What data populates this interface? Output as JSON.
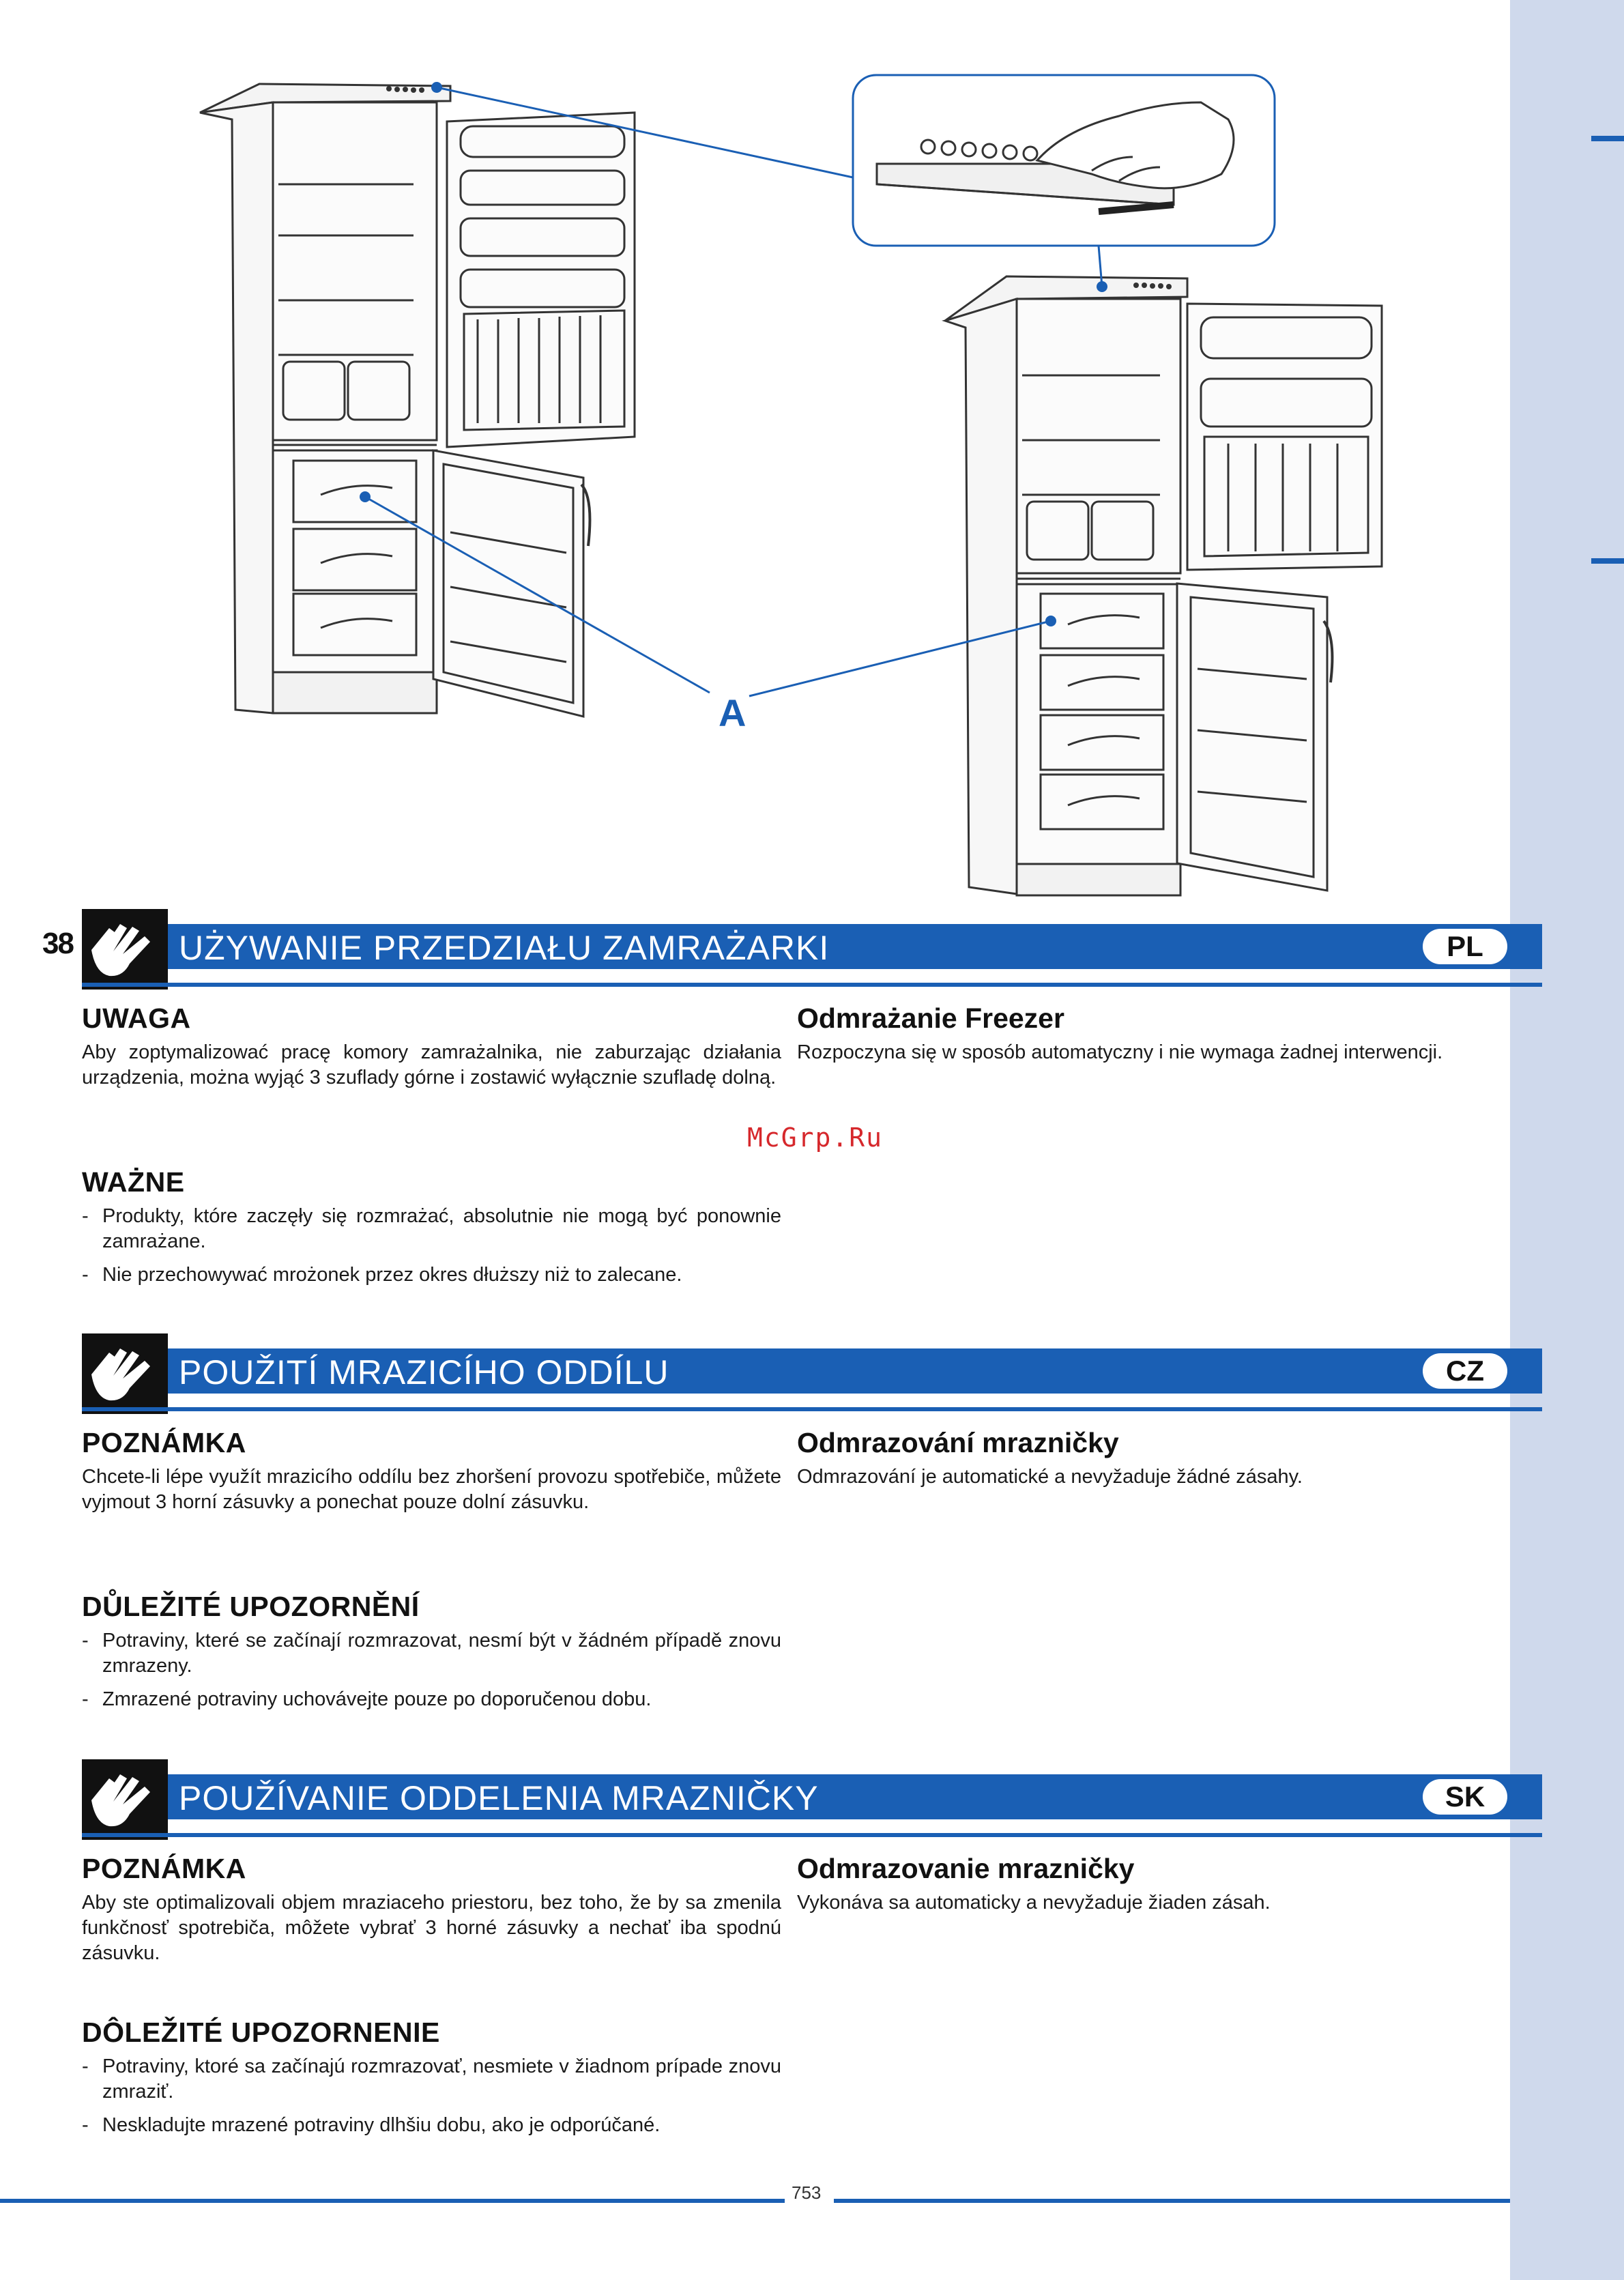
{
  "page_number": "38",
  "footer_number": "753",
  "watermark": "McGrp.Ru",
  "figure": {
    "label_a": "A"
  },
  "sections": [
    {
      "title": "UŻYWANIE PRZEDZIAŁU ZAMRAŻARKI",
      "lang": "PL",
      "note_title": "UWAGA",
      "note_text": "Aby zoptymalizować pracę komory zamrażalnika, nie zaburzając działania urządzenia, można wyjąć 3 szuflady górne i zostawić wyłącznie szufladę dolną.",
      "defrost_title": "Odmrażanie Freezer",
      "defrost_text": "Rozpoczyna się w sposób automatyczny i nie wymaga żadnej interwencji.",
      "important_title": "WAŻNE",
      "items": [
        "Produkty, które zaczęły się rozmrażać, absolutnie nie mogą być ponownie zamrażane.",
        "Nie przechowywać mrożonek przez okres dłuższy niż to zalecane."
      ]
    },
    {
      "title": "POUŽITÍ MRAZICÍHO ODDÍLU",
      "lang": "CZ",
      "note_title": "POZNÁMKA",
      "note_text": "Chcete-li lépe využít mrazicího oddílu bez zhoršení provozu spotřebiče, můžete vyjmout 3 horní zásuvky a ponechat pouze dolní zásuvku.",
      "defrost_title": "Odmrazování mrazničky",
      "defrost_text": "Odmrazování je automatické a nevyžaduje žádné zásahy.",
      "important_title": "DŮLEŽITÉ UPOZORNĚNÍ",
      "items": [
        "Potraviny, které se začínají rozmrazovat, nesmí být v žádném případě znovu zmrazeny.",
        "Zmrazené potraviny uchovávejte pouze po doporučenou dobu."
      ]
    },
    {
      "title": "POUŽÍVANIE ODDELENIA MRAZNIČKY",
      "lang": "SK",
      "note_title": "POZNÁMKA",
      "note_text": "Aby ste optimalizovali objem mraziaceho priestoru, bez toho, že by sa zmenila funkčnosť spotrebiča, môžete vybrať 3 horné zásuvky a nechať iba spodnú zásuvku.",
      "defrost_title": "Odmrazovanie mrazničky",
      "defrost_text": "Vykonáva sa automaticky a nevyžaduje žiaden zásah.",
      "important_title": "DÔLEŽITÉ UPOZORNENIE",
      "items": [
        "Potraviny, ktoré sa začínajú rozmrazovať, nesmiete v žiadnom prípade znovu zmraziť.",
        "Neskladujte mrazené potraviny dlhšiu dobu, ako je odporúčané."
      ]
    }
  ]
}
